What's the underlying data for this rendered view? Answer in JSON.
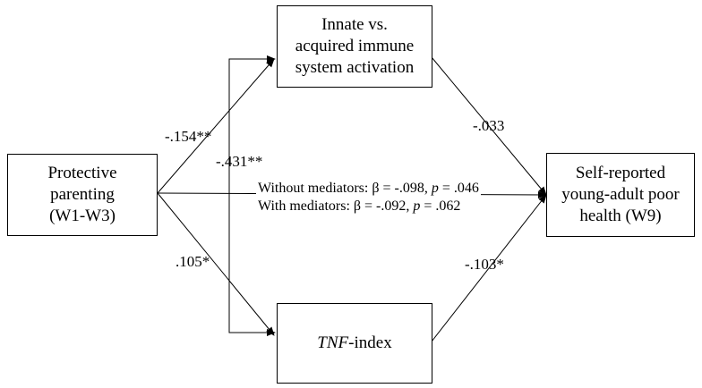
{
  "nodes": {
    "predictor": {
      "lines": [
        "Protective",
        "parenting",
        "(W1-W3)"
      ]
    },
    "mediator_top": {
      "lines": [
        "Innate vs.",
        "acquired immune",
        "system activation"
      ]
    },
    "mediator_bottom": {
      "italic": "TNF",
      "text": "-index"
    },
    "outcome": {
      "lines": [
        "Self-reported",
        "young-adult poor",
        "health (W9)"
      ]
    }
  },
  "paths": {
    "a_top": "-.154**",
    "a_bottom": ".105*",
    "mediator_corr": "-.431**",
    "b_top": "-.033",
    "b_bottom": "-.103*"
  },
  "direct_effect": {
    "without": {
      "prefix": "Without mediators: β = -.098, ",
      "p_symbol": "p",
      "suffix": " = .046"
    },
    "with": {
      "prefix": "With mediators: β = -.092, ",
      "p_symbol": "p",
      "suffix": " = .062"
    }
  }
}
